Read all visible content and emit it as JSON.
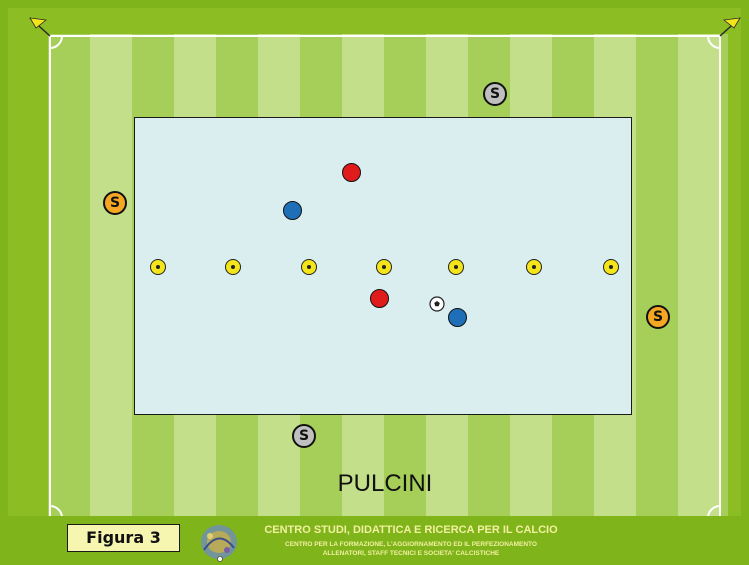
{
  "field": {
    "caption": "PULCINI",
    "category": "Pulcini"
  },
  "support_players": [
    {
      "label": "S",
      "color": "#bfbfbf"
    },
    {
      "label": "S",
      "color": "#f5a623"
    },
    {
      "label": "S",
      "color": "#f5a623"
    },
    {
      "label": "S",
      "color": "#bfbfbf"
    }
  ],
  "players": {
    "red_team_color": "#e01b1b",
    "blue_team_color": "#1f6fb8",
    "red_count": 2,
    "blue_count": 2
  },
  "cones": {
    "count": 7,
    "color": "#f3e51a"
  },
  "colors": {
    "pitch_green": "#8cbd22",
    "zone_fill": "#daeef0",
    "footer_text": "#f2f0a0"
  },
  "footer": {
    "figure_label": "Figura 3",
    "org_title": "CENTRO STUDI, DIDATTICA E RICERCA PER IL CALCIO",
    "org_line1": "CENTRO PER LA FORMAZIONE, L'AGGIORNAMENTO ED IL PERFEZIONAMENTO",
    "org_line2": "ALLENATORI, STAFF TECNICI E SOCIETA' CALCISTICHE"
  }
}
